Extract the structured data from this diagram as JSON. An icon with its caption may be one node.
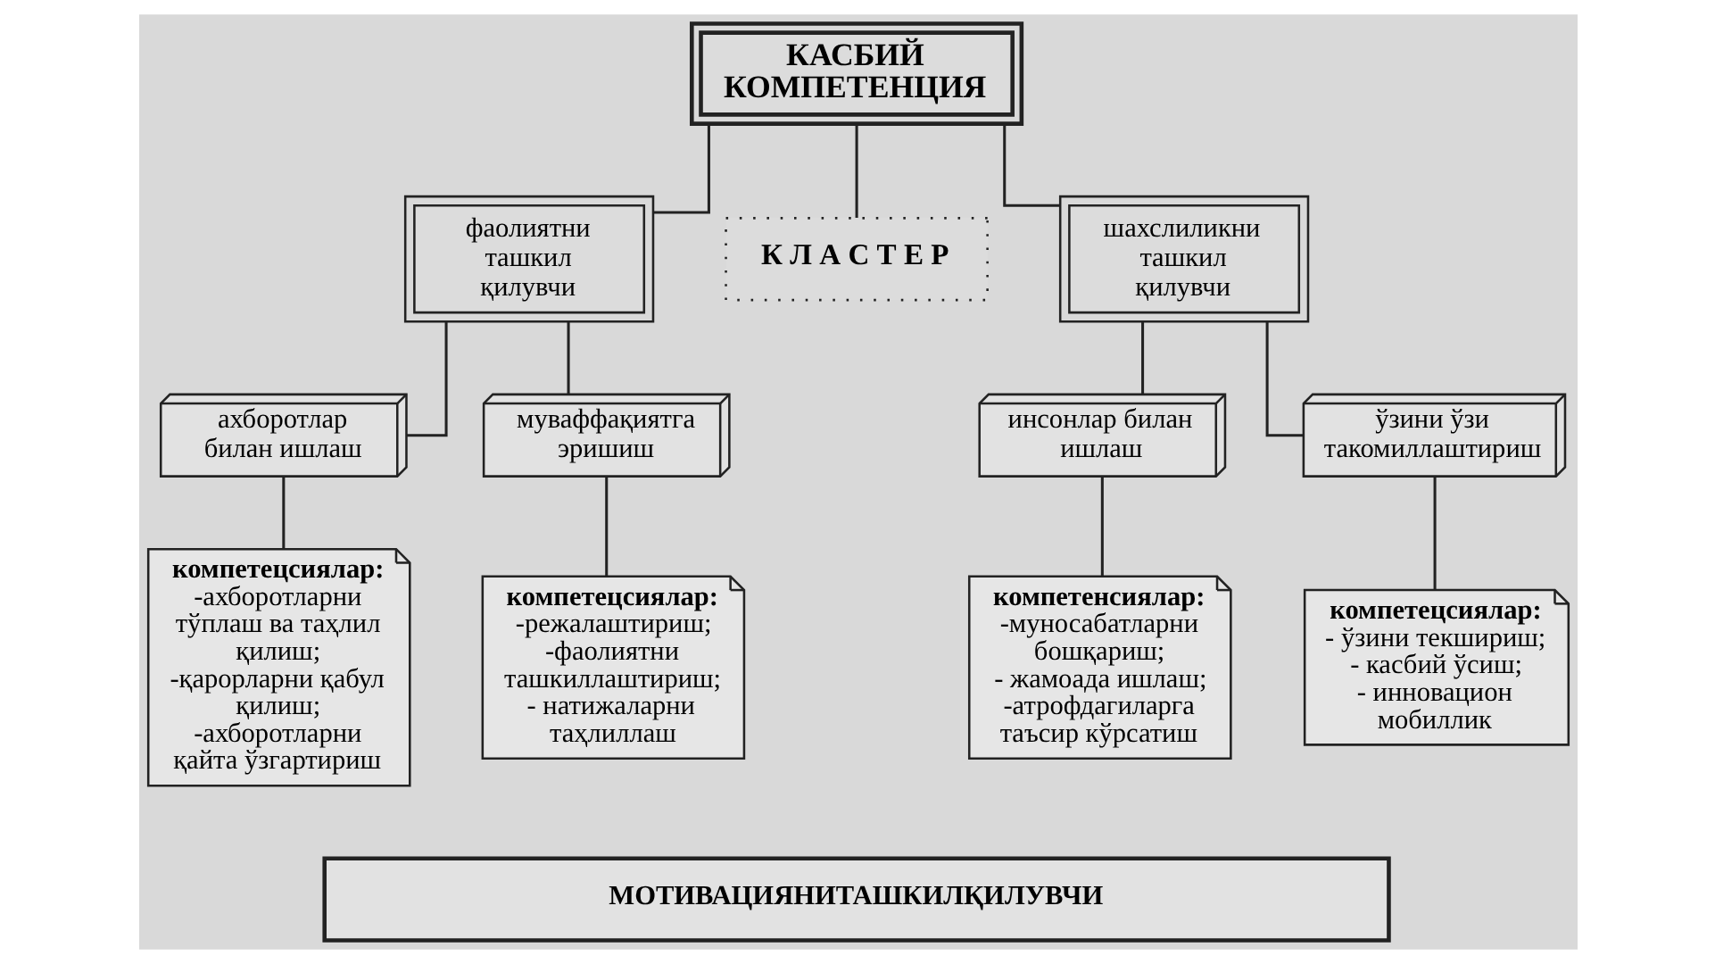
{
  "diagram": {
    "nodes": [
      {
        "text": [
          "КАСБИЙ КОМПЕТЕНЦИЯ"
        ]
      },
      {
        "text": [
          "фаолиятни ташкил қилувчи"
        ]
      },
      {
        "text": [
          "К Л А С Т Е Р"
        ]
      },
      {
        "text": [
          "шахслиликни ташкил қилувчи"
        ]
      },
      {
        "text": [
          "ахборотлар билан ишлаш"
        ]
      },
      {
        "text": [
          "муваффақиятга эришиш"
        ]
      },
      {
        "text": [
          "инсонлар билан ишлаш"
        ]
      },
      {
        "text": [
          "ўзини ўзи такомиллаштириш"
        ]
      },
      {
        "text": [
          "компетецсиялар:",
          "-ахборотларни тўплаш ва таҳлил қилиш;",
          "-қарорларни қабул қилиш;",
          "-ахборотларни қайта ўзгартириш"
        ]
      },
      {
        "text": [
          "компетецсиялар:",
          "-режалаштириш;",
          "-фаолиятни ташкиллаштириш;",
          "- натижаларни таҳлиллаш"
        ]
      },
      {
        "text": [
          "компетенсиялар:",
          "-муносабатларни бошқариш;",
          "- жамоада ишлаш;",
          "-атрофдагиларга таъсир кўрсатиш"
        ]
      },
      {
        "text": [
          "компетецсиялар:",
          "- ўзини текшириш;",
          "- касбий ўсиш;",
          "- инновацион мобиллик"
        ]
      },
      {
        "text": [
          "МОТИВАЦИЯНИТАШКИЛҚИЛУВЧИ"
        ]
      }
    ],
    "edges": [
      {
        "from": 0,
        "to": 1,
        "arrow": "none"
      },
      {
        "from": 0,
        "to": 2,
        "arrow": "none"
      },
      {
        "from": 0,
        "to": 3,
        "arrow": "none"
      },
      {
        "from": 1,
        "to": 4,
        "arrow": "none"
      },
      {
        "from": 1,
        "to": 5,
        "arrow": "none"
      },
      {
        "from": 3,
        "to": 6,
        "arrow": "none"
      },
      {
        "from": 3,
        "to": 7,
        "arrow": "none"
      },
      {
        "from": 4,
        "to": 8,
        "arrow": "none"
      },
      {
        "from": 5,
        "to": 9,
        "arrow": "none"
      },
      {
        "from": 6,
        "to": 10,
        "arrow": "none"
      },
      {
        "from": 7,
        "to": 11,
        "arrow": "none"
      }
    ]
  }
}
